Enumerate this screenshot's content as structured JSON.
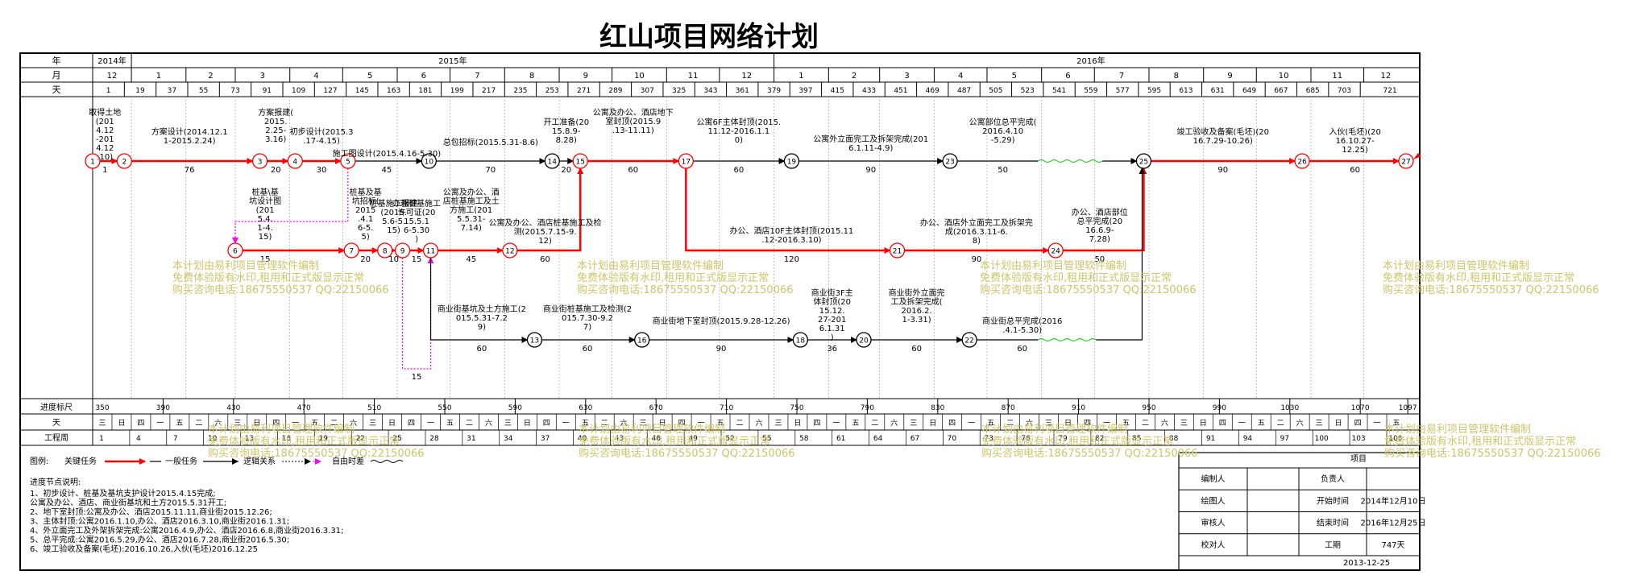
{
  "title": "红山项目网络计划",
  "header": {
    "row_labels": {
      "year": "年",
      "month": "月",
      "day": "天"
    },
    "years": [
      {
        "label": "2014年"
      },
      {
        "label": "2015年"
      },
      {
        "label": "2016年"
      }
    ],
    "months": [
      "12",
      "1",
      "2",
      "3",
      "4",
      "5",
      "6",
      "7",
      "8",
      "9",
      "10",
      "11",
      "12",
      "1",
      "2",
      "3",
      "4",
      "5",
      "6",
      "7",
      "8",
      "9",
      "10",
      "11",
      "12"
    ],
    "days": [
      "1",
      "19",
      "37",
      "55",
      "73",
      "91",
      "109",
      "127",
      "145",
      "163",
      "181",
      "199",
      "217",
      "235",
      "253",
      "271",
      "289",
      "307",
      "325",
      "343",
      "361",
      "379",
      "397",
      "415",
      "433",
      "451",
      "469",
      "487",
      "505",
      "523",
      "541",
      "559",
      "577",
      "595",
      "613",
      "631",
      "649",
      "667",
      "685",
      "703",
      "721"
    ]
  },
  "nodes": [
    {
      "id": "1",
      "critical": true
    },
    {
      "id": "2",
      "critical": true
    },
    {
      "id": "3",
      "critical": true
    },
    {
      "id": "4",
      "critical": true
    },
    {
      "id": "5",
      "critical": true
    },
    {
      "id": "6",
      "critical": true
    },
    {
      "id": "7",
      "critical": true
    },
    {
      "id": "8",
      "critical": true
    },
    {
      "id": "9",
      "critical": true
    },
    {
      "id": "10",
      "critical": false
    },
    {
      "id": "11",
      "critical": true
    },
    {
      "id": "12",
      "critical": true
    },
    {
      "id": "13",
      "critical": false
    },
    {
      "id": "14",
      "critical": false
    },
    {
      "id": "15",
      "critical": true
    },
    {
      "id": "16",
      "critical": false
    },
    {
      "id": "17",
      "critical": true
    },
    {
      "id": "18",
      "critical": false
    },
    {
      "id": "19",
      "critical": false
    },
    {
      "id": "20",
      "critical": false
    },
    {
      "id": "21",
      "critical": true
    },
    {
      "id": "22",
      "critical": false
    },
    {
      "id": "23",
      "critical": false
    },
    {
      "id": "24",
      "critical": true
    },
    {
      "id": "25",
      "critical": false
    },
    {
      "id": "26",
      "critical": true
    },
    {
      "id": "27",
      "critical": true
    }
  ],
  "tasks": [
    {
      "label": "取得土地(2014.12-2014.12.10)",
      "duration": "1",
      "critical": true
    },
    {
      "label": "方案设计(2014.12.11-2015.2.24)",
      "duration": "76",
      "critical": true
    },
    {
      "label": "方案报建(2015.2.25-3.16)",
      "duration": "20",
      "critical": true
    },
    {
      "label": "初步设计(2015.3.17-4.15)",
      "duration": "30",
      "critical": true
    },
    {
      "label": "施工图设计(2015.4.16-5.30)",
      "duration": "45",
      "critical": false
    },
    {
      "label": "总包招标(2015.5.31-8.6)",
      "duration": "70",
      "critical": false
    },
    {
      "label": "开工准备(2015.8.9-8.28)",
      "duration": "20",
      "critical": false
    },
    {
      "label": "公寓及办公、酒店地下室封顶(2015.9.13-11.11)",
      "duration": "60",
      "critical": true
    },
    {
      "label": "公寓6F主体封顶(2015.11.12-2016.1.10)",
      "duration": "60",
      "critical": false
    },
    {
      "label": "公寓外立面完工及拆架完成(2016.1.11-4.9)",
      "duration": "90",
      "critical": false
    },
    {
      "label": "公寓部位总平完成(2016.4.10-5.29)",
      "duration": "50",
      "critical": false
    },
    {
      "label": "竣工验收及备案(毛坯)(2016.7.29-10.26)",
      "duration": "90",
      "critical": true
    },
    {
      "label": "入伙(毛坯)(2016.10.27-12.25)",
      "duration": "60",
      "critical": true
    },
    {
      "label": "桩基\\基坑设计图(2015.4.1-4.15)",
      "duration": "15",
      "critical": true
    },
    {
      "label": "桩基及基坑招标(2015.4.16-5.5)",
      "duration": "20",
      "critical": true
    },
    {
      "label": "桩基施工报建(2015.5.6-5.15)",
      "duration": "10",
      "critical": true
    },
    {
      "label": "办理桩基施工许可证(2015.5.16-5.30)",
      "duration": "15",
      "critical": true
    },
    {
      "label": "公寓及办公、酒店桩基施工及土方施工(2015.5.31-7.14)",
      "duration": "45",
      "critical": true
    },
    {
      "label": "公寓及办公、酒店桩基施工及检测(2015.7.15-9.12)",
      "duration": "60",
      "critical": true
    },
    {
      "label": "办公、酒店10F主体封顶(2015.11.12-2016.3.10)",
      "duration": "120",
      "critical": true
    },
    {
      "label": "办公、酒店外立面完工及拆架完成(2016.3.11-6.8)",
      "duration": "90",
      "critical": true
    },
    {
      "label": "办公、酒店部位总平完成(2016.6.9-7.28)",
      "duration": "50",
      "critical": true
    },
    {
      "label": "商业街基坑及土方施工(2015.5.31-7.29)",
      "duration": "60",
      "critical": false
    },
    {
      "label": "商业街桩基施工及检测(2015.7.30-9.27)",
      "duration": "60",
      "critical": false
    },
    {
      "label": "商业街地下室封顶(2015.9.28-12.26)",
      "duration": "90",
      "critical": false
    },
    {
      "label": "商业街3F主体封顶(2015.12.27-2016.1.31)",
      "duration": "36",
      "critical": false
    },
    {
      "label": "商业街外立面完工及拆架完成(2016.2.1-3.31)",
      "duration": "60",
      "critical": false
    },
    {
      "label": "商业街总平完成(2016.4.1-5.30)",
      "duration": "60",
      "critical": false
    },
    {
      "label": "",
      "duration": "15",
      "critical": false
    }
  ],
  "progress_scale": {
    "label": "进度标尺",
    "values": [
      "350",
      "390",
      "430",
      "470",
      "510",
      "550",
      "590",
      "630",
      "670",
      "710",
      "750",
      "790",
      "830",
      "870",
      "910",
      "950",
      "990",
      "1030",
      "1070",
      "1097"
    ]
  },
  "weekday_row": {
    "label": "天",
    "values": [
      "三",
      "日",
      "四",
      "一",
      "五",
      "二",
      "六",
      "三",
      "日",
      "四",
      "一",
      "五",
      "二",
      "六",
      "三",
      "日",
      "四",
      "一",
      "五",
      "二",
      "六",
      "三",
      "日",
      "四",
      "一",
      "五",
      "二",
      "六",
      "三",
      "日",
      "四",
      "一",
      "五",
      "二",
      "六",
      "三",
      "日",
      "四",
      "一",
      "五",
      "二",
      "六",
      "三",
      "日",
      "四",
      "一",
      "五",
      "二",
      "六",
      "三",
      "日",
      "四",
      "一",
      "五",
      "二",
      "六",
      "三",
      "日",
      "四",
      "一",
      "五",
      "二",
      "六",
      "三",
      "日",
      "四",
      "一",
      "五"
    ]
  },
  "week_row": {
    "label": "工程周",
    "values": [
      "1",
      "4",
      "7",
      "10",
      "13",
      "16",
      "19",
      "22",
      "25",
      "28",
      "31",
      "34",
      "37",
      "40",
      "43",
      "46",
      "49",
      "52",
      "55",
      "58",
      "61",
      "64",
      "67",
      "70",
      "73",
      "76",
      "79",
      "82",
      "85",
      "88",
      "91",
      "94",
      "97",
      "100",
      "103",
      "106"
    ]
  },
  "legend": {
    "label": "图例:",
    "critical": "关键任务",
    "normal": "一般任务",
    "logic": "逻辑关系",
    "free_float": "自由时差"
  },
  "notes": {
    "title": "进度节点说明:",
    "lines": [
      "1、初步设计、桩基及基坑支护设计2015.4.15完成;",
      "公寓及办公、酒店、商业街基坑和土方2015.5.31开工;",
      "2、地下室封顶:公寓及办公、酒店2015.11.11,商业街2015.12.26;",
      "3、主体封顶:公寓2016.1.10,办公、酒店2016.3.10,商业街2016.1.31;",
      "4、外立面完工及外架拆架完成:公寓2016.4.9,办公、酒店2016.6.8,商业街2016.3.31;",
      "5、总平完成:公寓2016.5.29,办公、酒店2016.7.28,商业街2016.5.30;",
      "6、竣工验收及备案(毛坯):2016.10.26,入伙(毛坯)2016.12.25"
    ]
  },
  "watermark": {
    "line1": "本计划由易利项目管理软件编制",
    "line2": "免费体验版有水印,租用和正式版显示正常",
    "line3": "购买咨询电话:18675550537 QQ:22150066"
  },
  "title_block": {
    "project_label": "项目",
    "rows": [
      {
        "l1": "编制人",
        "v1": "",
        "l2": "负责人",
        "v2": ""
      },
      {
        "l1": "绘图人",
        "v1": "",
        "l2": "开始时间",
        "v2": "2014年12月10日"
      },
      {
        "l1": "审核人",
        "v1": "",
        "l2": "结束时间",
        "v2": "2016年12月25日"
      },
      {
        "l1": "校对人",
        "v1": "",
        "l2": "工期",
        "v2": "747天"
      }
    ],
    "date": "2013-12-25"
  },
  "colors": {
    "critical": "#ff0000",
    "normal": "#000000",
    "logic_free": "#ff00ff",
    "watermark": "#cdc56a",
    "float": "#33cc33"
  }
}
